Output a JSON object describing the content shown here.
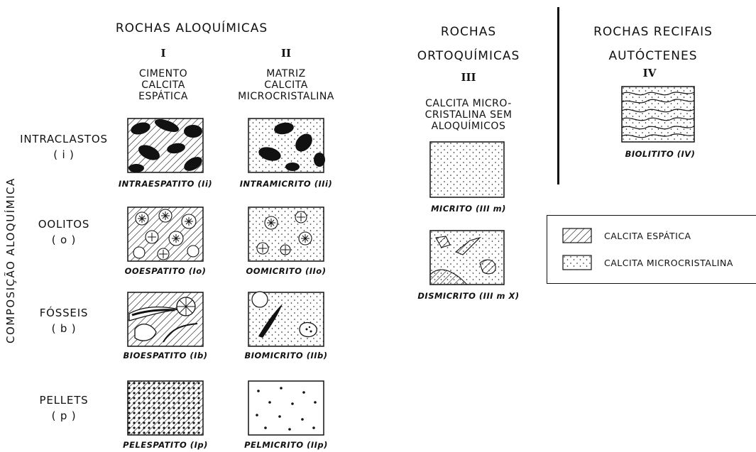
{
  "headers": {
    "aloquimicas": "ROCHAS ALOQUÍMICAS",
    "ortoquimicas": "ROCHAS\nORTOQUÍMICAS",
    "recifais": "ROCHAS RECIFAIS\nAUTÓCTENES"
  },
  "columns": [
    {
      "roman": "I",
      "label": "CIMENTO\nCALCITA\nESPÁTICA"
    },
    {
      "roman": "II",
      "label": "MATRIZ\nCALCITA\nMICROCRISTALINA"
    },
    {
      "roman": "III",
      "label": "CALCITA MICRO-\nCRISTALINA SEM\nALOQUÍMICOS"
    },
    {
      "roman": "IV",
      "label": ""
    }
  ],
  "vertical_label": "COMPOSIÇÃO ALOQUÍMICA",
  "rows": [
    {
      "name": "INTRACLASTOS",
      "code": "( i )",
      "captions": [
        "INTRAESPATITO (Ii)",
        "INTRAMICRITO (IIi)"
      ]
    },
    {
      "name": "OOLITOS",
      "code": "( o )",
      "captions": [
        "OOESPATITO (Io)",
        "OOMICRITO (IIo)"
      ]
    },
    {
      "name": "FÓSSEIS",
      "code": "( b )",
      "captions": [
        "BIOESPATITO (Ib)",
        "BIOMICRITO (IIb)"
      ]
    },
    {
      "name": "PELLETS",
      "code": "( p )",
      "captions": [
        "PELESPATITO (Ip)",
        "PELMICRITO (IIp)"
      ]
    }
  ],
  "ortho_captions": [
    "MICRITO (III m)",
    "DISMICRITO (III m X)"
  ],
  "recifal_caption": "BIOLITITO (IV)",
  "legend": {
    "items": [
      {
        "label": "CALCITA ESPÁTICA",
        "pattern": "hatch"
      },
      {
        "label": "CALCITA MICROCRISTALINA",
        "pattern": "dots"
      }
    ]
  }
}
